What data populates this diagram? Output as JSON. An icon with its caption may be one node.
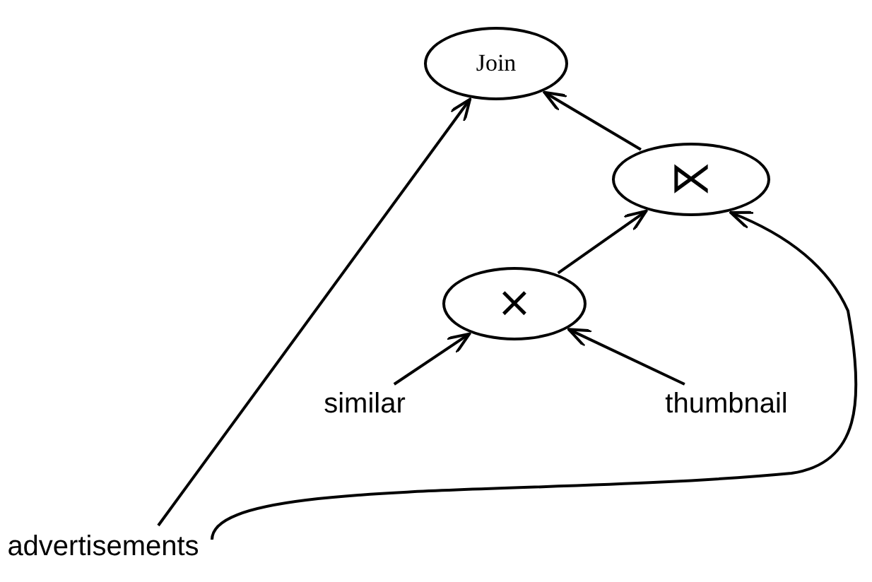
{
  "diagram": {
    "nodes": [
      {
        "text": [
          "Join"
        ]
      },
      {
        "text": [
          "⋉"
        ]
      },
      {
        "text": [
          "×"
        ]
      },
      {
        "text": [
          "similar"
        ]
      },
      {
        "text": [
          "thumbnail"
        ]
      },
      {
        "text": [
          "advertisements"
        ]
      }
    ],
    "edges": [
      {
        "from": 5,
        "to": 0,
        "arrow": "to"
      },
      {
        "from": 1,
        "to": 0,
        "arrow": "to"
      },
      {
        "from": 2,
        "to": 1,
        "arrow": "to"
      },
      {
        "from": 3,
        "to": 2,
        "arrow": "to"
      },
      {
        "from": 4,
        "to": 2,
        "arrow": "to"
      },
      {
        "from": 5,
        "to": 1,
        "arrow": "to"
      }
    ]
  }
}
